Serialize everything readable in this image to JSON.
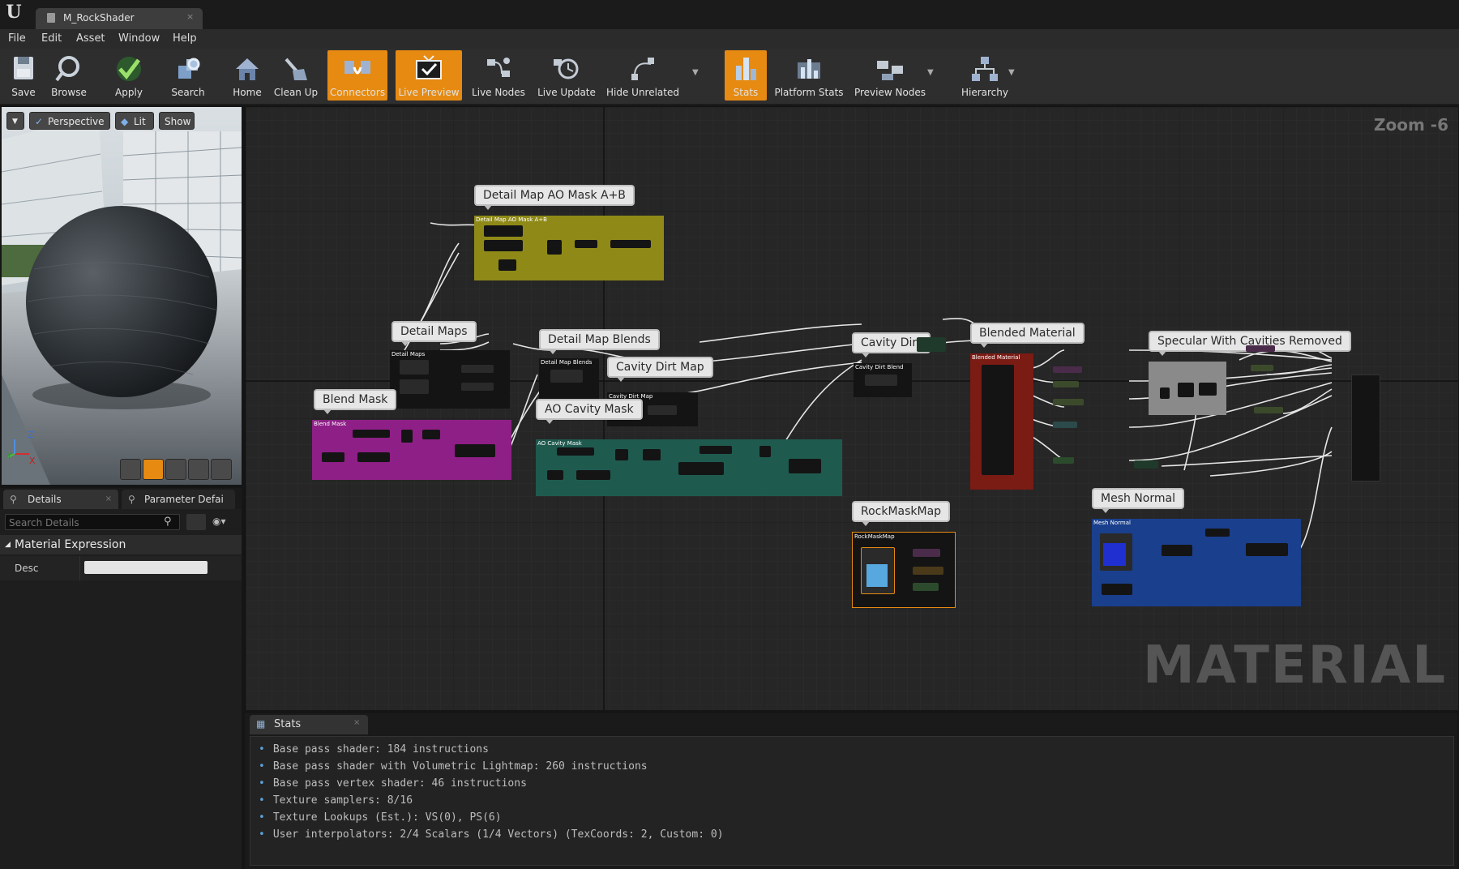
{
  "window": {
    "tab_title": "M_RockShader",
    "tab_close": "×"
  },
  "menu": [
    "File",
    "Edit",
    "Asset",
    "Window",
    "Help"
  ],
  "toolbar": {
    "buttons": [
      {
        "label": "Save",
        "icon": "save-icon",
        "active": false
      },
      {
        "label": "Browse",
        "icon": "browse-icon",
        "active": false
      },
      {
        "label": "Apply",
        "icon": "apply-checkmark-icon",
        "active": false
      },
      {
        "label": "Search",
        "icon": "search-icon",
        "active": false
      },
      {
        "label": "Home",
        "icon": "home-icon",
        "active": false
      },
      {
        "label": "Clean Up",
        "icon": "clean-up-icon",
        "active": false
      },
      {
        "label": "Connectors",
        "icon": "connectors-icon",
        "active": true
      },
      {
        "label": "Live Preview",
        "icon": "live-preview-icon",
        "active": true
      },
      {
        "label": "Live Nodes",
        "icon": "live-nodes-icon",
        "active": false
      },
      {
        "label": "Live Update",
        "icon": "live-update-icon",
        "active": false
      },
      {
        "label": "Hide Unrelated",
        "icon": "hide-unrelated-icon",
        "active": false
      },
      {
        "label": "Stats",
        "icon": "stats-icon",
        "active": true
      },
      {
        "label": "Platform Stats",
        "icon": "platform-stats-icon",
        "active": false
      },
      {
        "label": "Preview Nodes",
        "icon": "preview-nodes-icon",
        "active": false
      },
      {
        "label": "Hierarchy",
        "icon": "hierarchy-icon",
        "active": false
      }
    ]
  },
  "viewport": {
    "perspective": "Perspective",
    "lit": "Lit",
    "show": "Show",
    "axis_z": "Z",
    "axis_y": "Y",
    "axis_x": "X"
  },
  "details": {
    "tab_details": "Details",
    "tab_params": "Parameter Defai",
    "search_placeholder": "Search Details",
    "section": "Material Expression",
    "desc_label": "Desc",
    "desc_value": ""
  },
  "graph": {
    "zoom": "Zoom -6",
    "watermark": "MATERIAL",
    "comments": {
      "detail_map_ao": "Detail Map AO Mask A+B",
      "detail_maps": "Detail Maps",
      "detail_map_blends": "Detail Map Blends",
      "cavity_dirt_map": "Cavity Dirt Map",
      "blend_mask": "Blend Mask",
      "ao_cavity_mask": "AO Cavity Mask",
      "cavity_dirt": "Cavity Dirt",
      "blended_material": "Blended Material",
      "specular": "Specular With Cavities Removed",
      "rockmaskmap": "RockMaskMap",
      "mesh_normal": "Mesh Normal"
    },
    "box_titles": {
      "detail_map_ao": "Detail Map AO Mask A+B",
      "detail_maps": "Detail Maps",
      "detail_map_blends": "Detail Map Blends",
      "cavity_dirt_map": "Cavity Dirt Map",
      "blend_mask": "Blend Mask",
      "ao_cavity_mask": "AO Cavity Mask",
      "cavity_dirt_blend": "Cavity Dirt Blend",
      "blended_material": "Blended Material",
      "rockmaskmap": "RockMaskMap",
      "mesh_normal": "Mesh Normal"
    },
    "colors": {
      "olive": "#8f8a18",
      "magenta": "#8e1f86",
      "teal": "#1f5a4f",
      "red": "#7a1b14",
      "blue": "#1a3f8c",
      "gray": "#8a8a8a",
      "orange": "#e68a12"
    }
  },
  "stats": {
    "tab": "Stats",
    "lines": [
      "Base pass shader: 184 instructions",
      "Base pass shader with Volumetric Lightmap: 260 instructions",
      "Base pass vertex shader: 46 instructions",
      "Texture samplers: 8/16",
      "Texture Lookups (Est.): VS(0), PS(6)",
      "User interpolators: 2/4 Scalars (1/4 Vectors) (TexCoords: 2, Custom: 0)"
    ]
  }
}
